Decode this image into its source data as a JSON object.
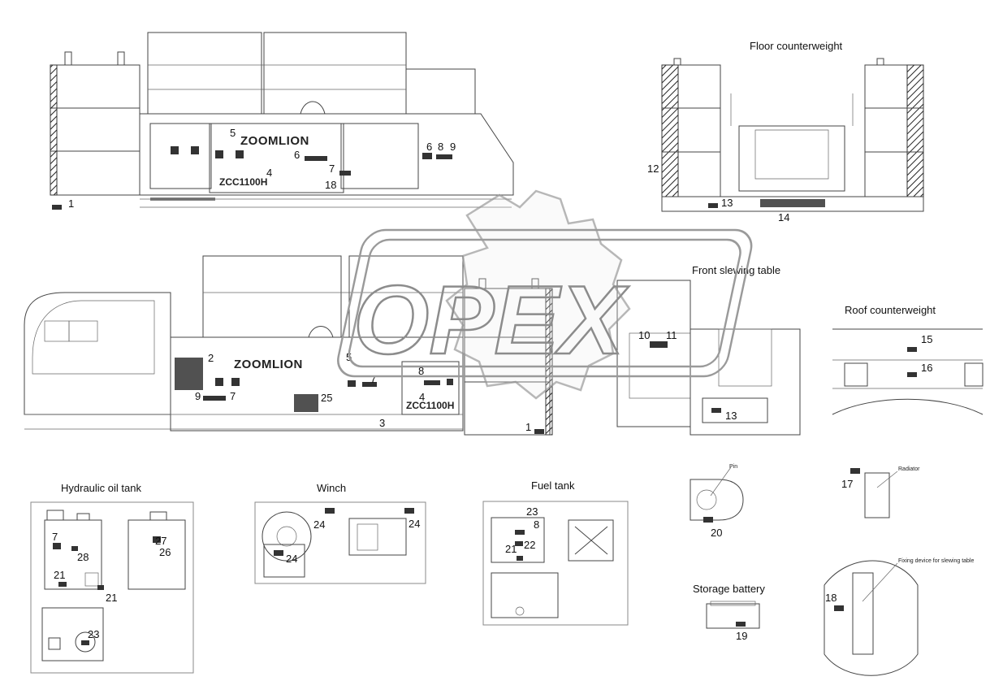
{
  "brand": "ZOOMLION",
  "model": "ZCC1100H",
  "watermark": "OPEX",
  "section_titles": {
    "floor_counterweight": "Floor counterweight",
    "front_slewing_table": "Front slewing table",
    "roof_counterweight": "Roof counterweight",
    "hydraulic_oil_tank": "Hydraulic oil tank",
    "winch": "Winch",
    "fuel_tank": "Fuel tank",
    "storage_battery": "Storage battery"
  },
  "small_labels": {
    "pin": "Pin",
    "radiator": "Radiator",
    "fixing_device": "Fixing device for slewing table"
  },
  "callouts": {
    "top": [
      "1",
      "4",
      "5",
      "6",
      "6",
      "7",
      "8",
      "9",
      "18"
    ],
    "floor": [
      "12",
      "13",
      "14"
    ],
    "mid": [
      "1",
      "2",
      "3",
      "4",
      "5",
      "7",
      "7",
      "8",
      "9",
      "10",
      "11",
      "13",
      "25"
    ],
    "roof": [
      "15",
      "16"
    ],
    "hydraulic": [
      "7",
      "21",
      "21",
      "23",
      "26",
      "27",
      "28"
    ],
    "winch": [
      "24",
      "24",
      "24"
    ],
    "fuel": [
      "8",
      "21",
      "22",
      "23"
    ],
    "pin": [
      "20"
    ],
    "radiator": [
      "17"
    ],
    "fixing": [
      "18"
    ],
    "battery": [
      "19"
    ]
  }
}
